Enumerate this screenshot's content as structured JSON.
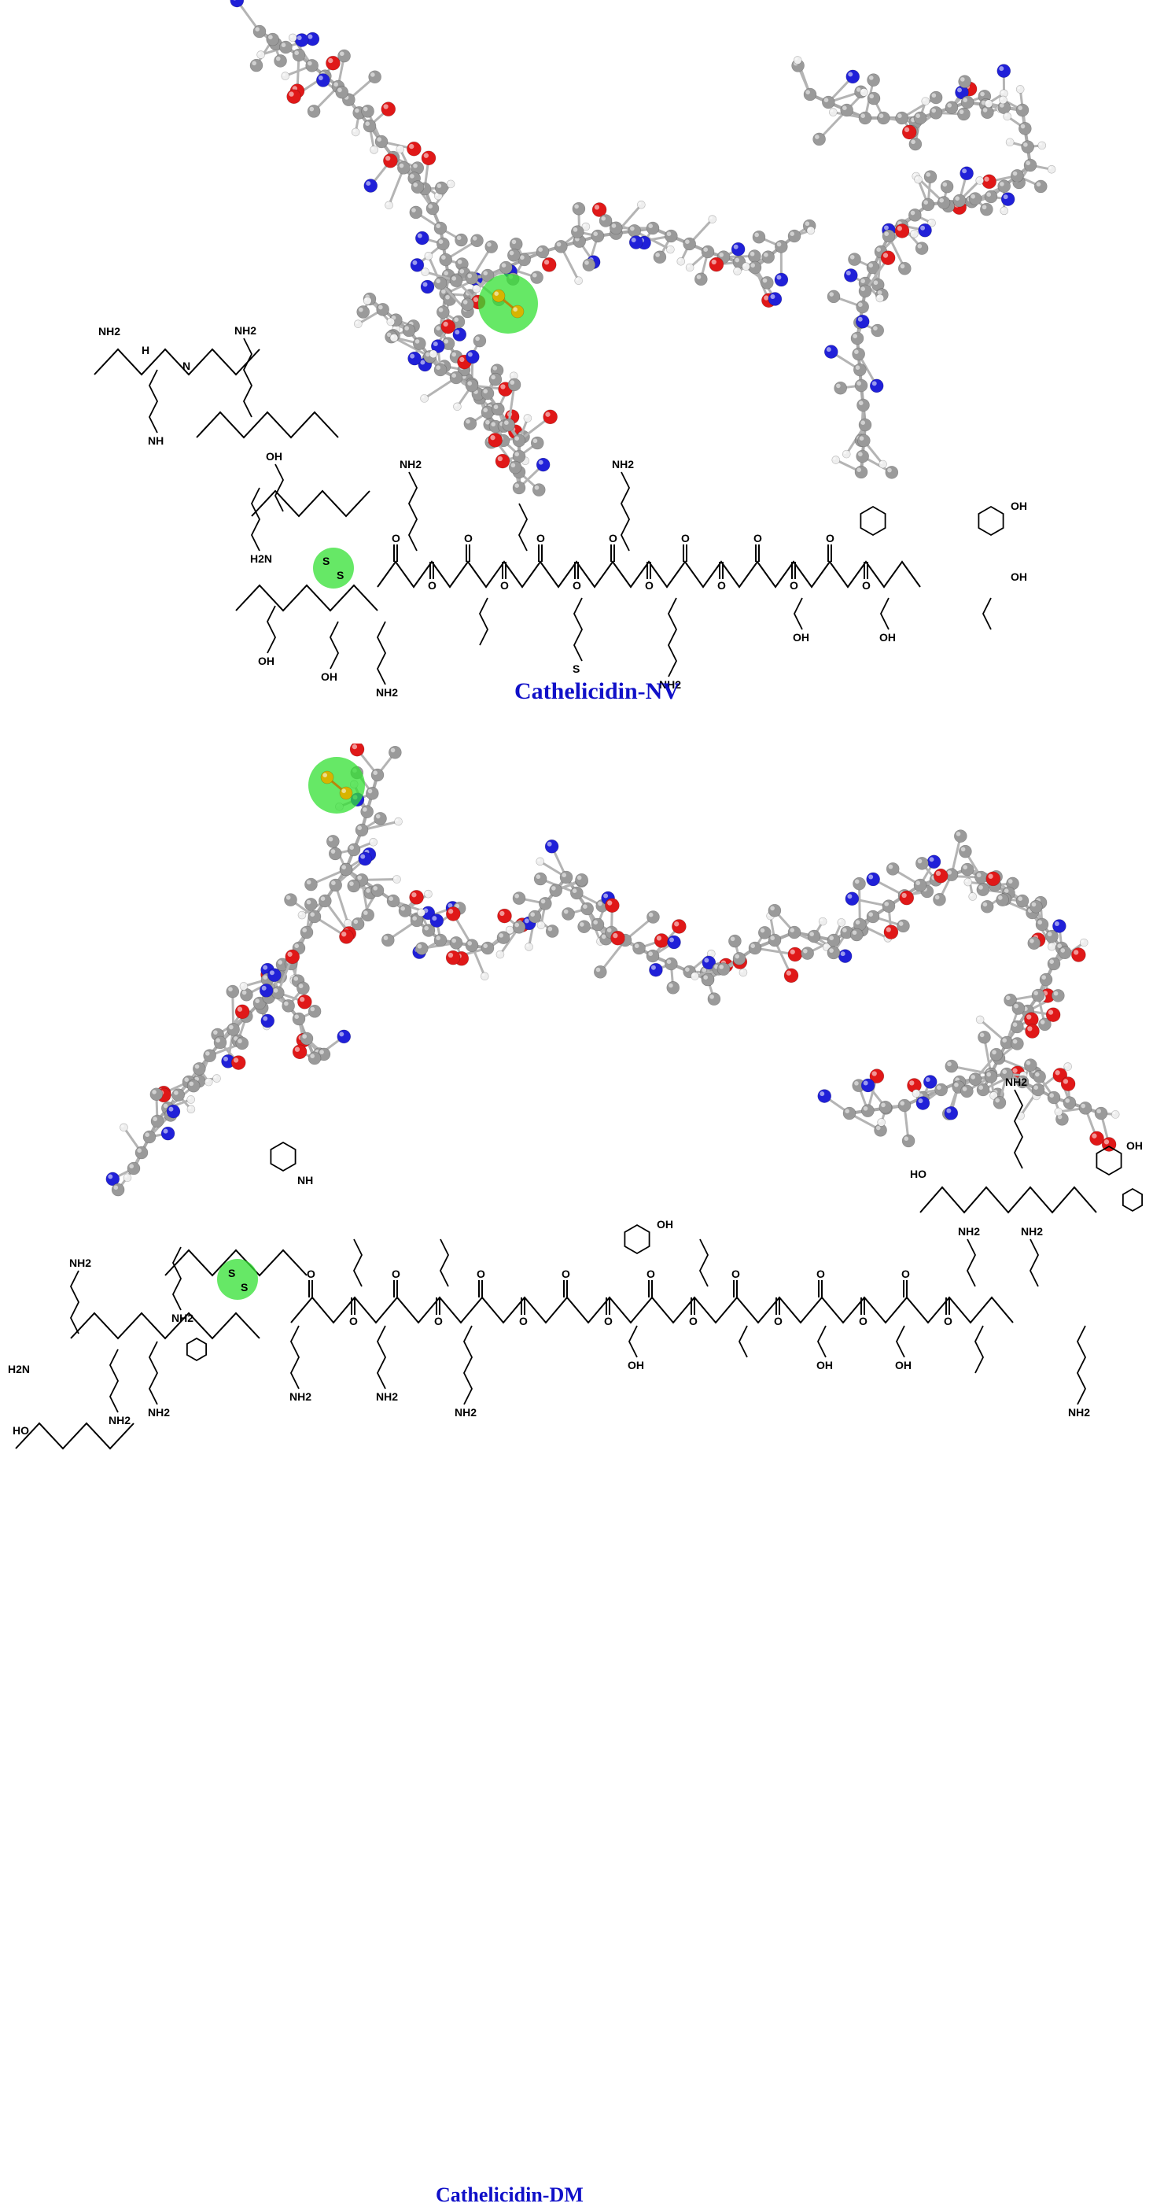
{
  "figure": {
    "panels": [
      {
        "caption": "Cathelicidin-NV",
        "has_disulfide_highlight": true,
        "highlight_color": "#33e033"
      },
      {
        "caption": "Cathelicidin-DM",
        "has_disulfide_highlight": true,
        "highlight_color": "#33e033"
      }
    ],
    "atom_colors": {
      "carbon": "#9a9a9a",
      "hydrogen": "#eeeeee",
      "nitrogen": "#2020d8",
      "oxygen": "#e01818",
      "sulfur": "#d8b400"
    },
    "labels": {
      "nh2": "NH2",
      "nh": "NH",
      "n": "N",
      "h": "H",
      "oh": "OH",
      "ho": "HO",
      "o": "O",
      "s": "S",
      "h2n": "H2N",
      "nh_ring": "NH"
    }
  }
}
